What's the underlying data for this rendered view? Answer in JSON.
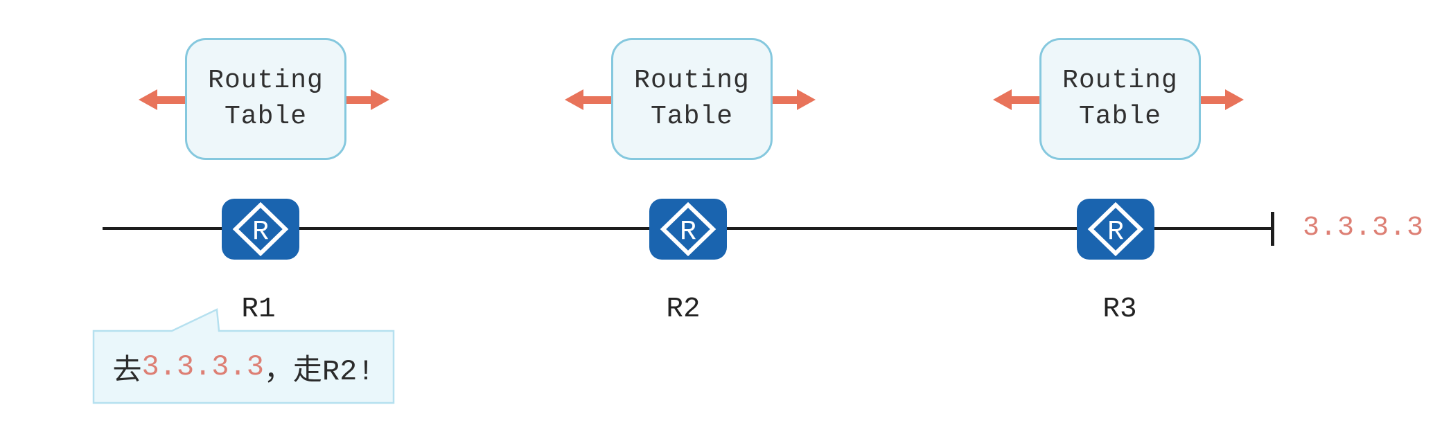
{
  "colors": {
    "arrow-salmon": "#e8735a",
    "ip-salmon": "#dd7f74",
    "router-blue": "#1a64af",
    "box-fill": "#eef7fa",
    "box-border": "#85c8de",
    "bubble-fill": "#eaf7fb",
    "bubble-border": "#b5e0ef",
    "line-black": "#1d1d1d",
    "text-dark": "#2b2b2b"
  },
  "routing_table": {
    "line1": "Routing",
    "line2": "Table"
  },
  "routers": [
    {
      "label": "R1",
      "icon_letter": "R"
    },
    {
      "label": "R2",
      "icon_letter": "R"
    },
    {
      "label": "R3",
      "icon_letter": "R"
    }
  ],
  "destination": {
    "ip": "3.3.3.3"
  },
  "callout": {
    "prefix": "去",
    "ip": "3.3.3.3",
    "suffix": "，走R2!"
  }
}
